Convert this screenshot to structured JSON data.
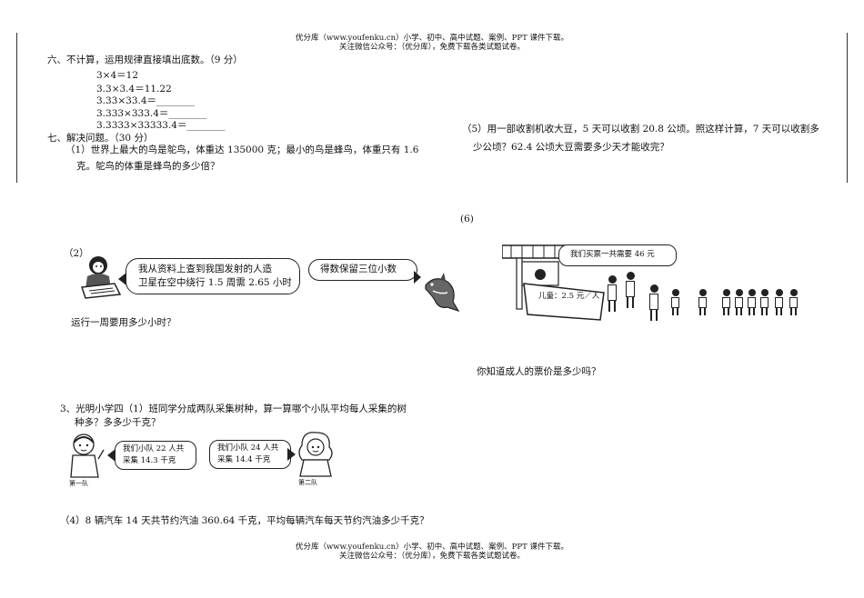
{
  "header": {
    "line1": "优分库（www.youfenku.cn）小学、初中、高中试题、案例、PPT 课件下载。",
    "line2": "关注微信公众号：（优分库），免费下载各类试题试卷。"
  },
  "footer": {
    "line1": "优分库（www.youfenku.cn）小学、初中、高中试题、案例、PPT 课件下载。",
    "line2": "关注微信公众号：（优分库），免费下载各类试题试卷。"
  },
  "section6": {
    "title": "六、不计算，运用规律直接填出底数。（9 分）",
    "lines": [
      "3×4＝12",
      "3.3×3.4＝11.22",
      "3.33×33.4＝________",
      "3.333×333.4＝________",
      "3.3333×33333.4＝________"
    ]
  },
  "section7": {
    "title": "七、解决问题。（30 分）",
    "q1": {
      "line1": "（1）世界上最大的鸟是鸵鸟，体重达 135000 克；最小的鸟是蜂鸟，体重只有 1.6",
      "line2": "克。鸵鸟的体重是蜂鸟的多少倍？"
    },
    "q2": {
      "label": "（2）",
      "bubble1_line1": "我从资料上查到我国发射的人造",
      "bubble1_line2": "卫星在空中绕行 1.5 周需 2.65 小时",
      "bubble2": "得数保留三位小数",
      "question": "运行一周要用多少小时？"
    },
    "q3": {
      "line1": "3、光明小学四（1）班同学分成两队采集树种，算一算哪个小队平均每人采集的树",
      "line2": "种多？多多少千克？",
      "team1_line1": "我们小队 22 人共",
      "team1_line2": "采集 14.3 千克",
      "team2_line1": "我们小队 24 人共",
      "team2_line2": "采集 14.4 千克",
      "team1_label": "第一队",
      "team2_label": "第二队"
    },
    "q4": {
      "text": "（4）8 辆汽车 14 天共节约汽油 360.64 千克，平均每辆汽车每天节约汽油多少千克？"
    },
    "q5": {
      "line1": "（5）用一部收割机收大豆，5 天可以收割 20.8 公顷。照这样计算，7 天可以收割多",
      "line2": "少公顷？62.4 公顷大豆需要多少天才能收完？"
    },
    "q6": {
      "label": "(6)",
      "bubble": "我们买票一共需要 46 元",
      "sign": "儿童：2.5 元／人",
      "question": "你知道成人的票价是多少吗？"
    }
  }
}
